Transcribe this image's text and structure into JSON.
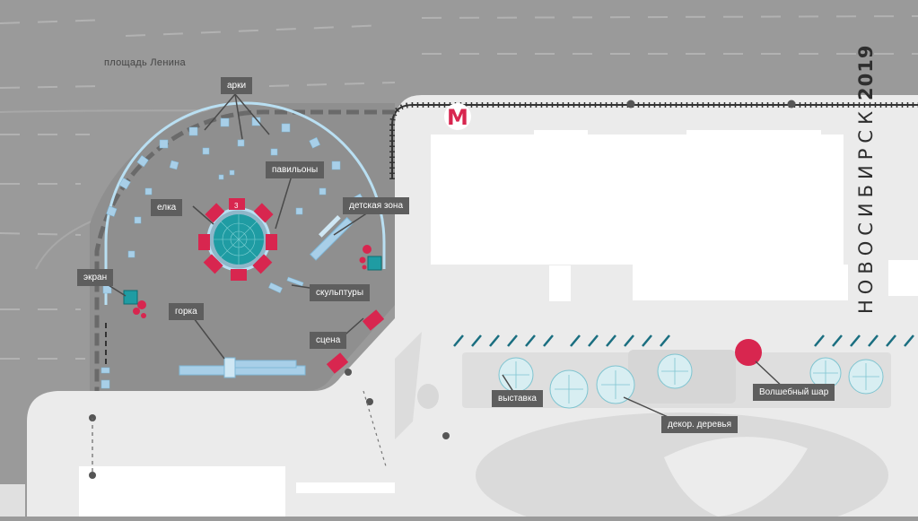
{
  "map": {
    "square_name": "площадь Ленина",
    "city": "НОВОСИБИРСК",
    "year": "2019",
    "metro_symbol": "М",
    "labels": {
      "arches": "арки",
      "pavilions": "павильоны",
      "tree": "елка",
      "kids_zone": "детская зона",
      "screen": "экран",
      "sculptures": "скульптуры",
      "slide": "горка",
      "stage": "сцена",
      "exhibition": "выставка",
      "decor_trees": "декор. деревья",
      "magic_ball": "Волшебный шар"
    },
    "pavilion_number": "3",
    "colors": {
      "background": "#9a9a9a",
      "plaza": "#dedede",
      "pavement": "#ebebeb",
      "accent_red": "#d8264f",
      "ice_blue": "#a8cfe8",
      "teal": "#1f9ca3",
      "label_bg": "#5e5e5e"
    }
  }
}
